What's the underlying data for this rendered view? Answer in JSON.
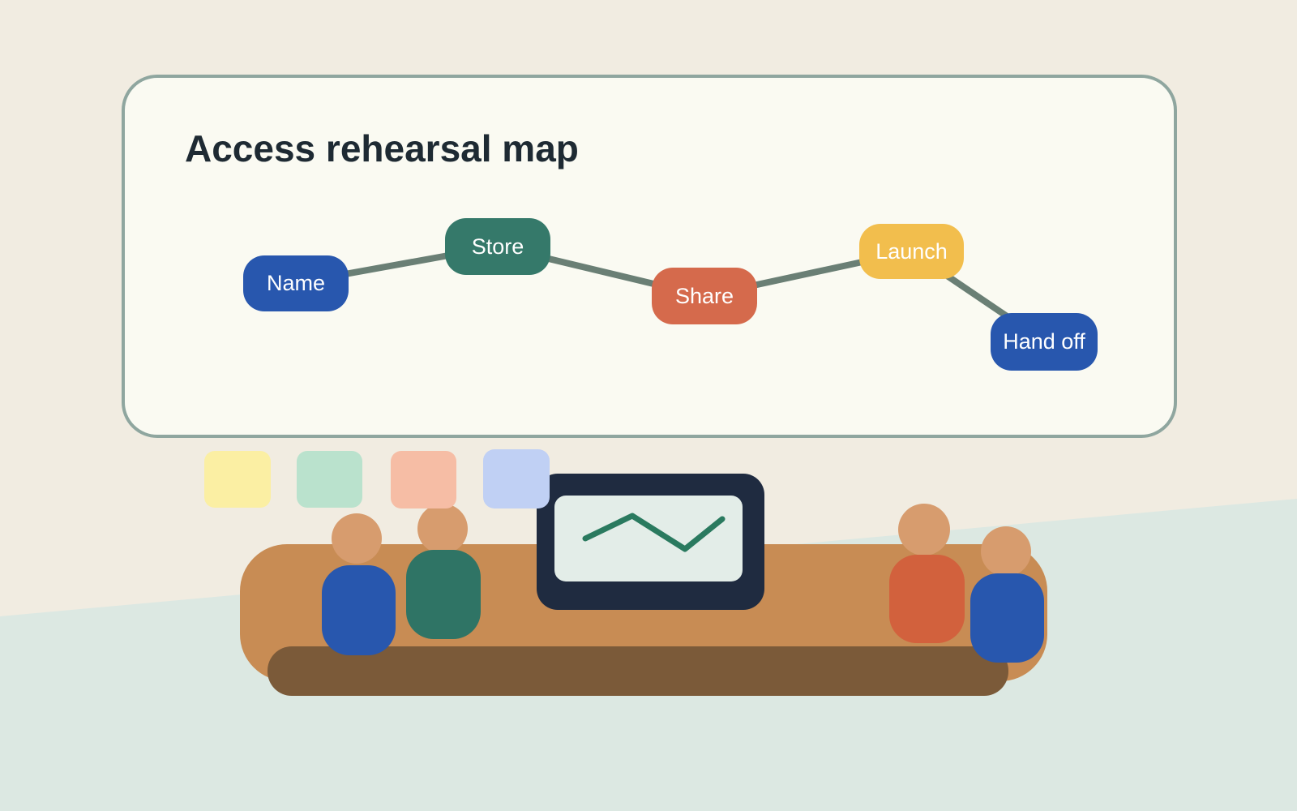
{
  "card": {
    "title": "Access rehearsal map",
    "background": "#FAFAF2",
    "border_color": "#8FA69F",
    "connector_color": "#6A7F75",
    "nodes": [
      {
        "label": "Name",
        "color": "#2857AE"
      },
      {
        "label": "Store",
        "color": "#35796A"
      },
      {
        "label": "Share",
        "color": "#D56A4C"
      },
      {
        "label": "Launch",
        "color": "#F2BE4D"
      },
      {
        "label": "Hand off",
        "color": "#2857AE"
      }
    ]
  },
  "scene": {
    "background_top_color": "#F1ECE1",
    "background_bottom_color": "#DCE8E2",
    "sticky_notes": [
      {
        "name": "yellow-note",
        "color": "#FBEFA3"
      },
      {
        "name": "mint-note",
        "color": "#BAE2CD"
      },
      {
        "name": "peach-note",
        "color": "#F6BDA5"
      },
      {
        "name": "lavender-note",
        "color": "#C0D0F4"
      }
    ],
    "table": {
      "top_color": "#C88C54",
      "front_color": "#7B5A39"
    },
    "people": [
      {
        "shirt_color": "#2857AE",
        "skin_color": "#D79C6E"
      },
      {
        "shirt_color": "#2F7465",
        "skin_color": "#D79C6E"
      },
      {
        "shirt_color": "#D2613D",
        "skin_color": "#D79C6E"
      },
      {
        "shirt_color": "#2857AE",
        "skin_color": "#D79C6E"
      }
    ],
    "monitor": {
      "frame_color": "#1F2B40",
      "screen_color": "#E3EDE8",
      "chart_line_color": "#2A7A5F",
      "icon": "line-chart-zigzag-icon"
    }
  }
}
